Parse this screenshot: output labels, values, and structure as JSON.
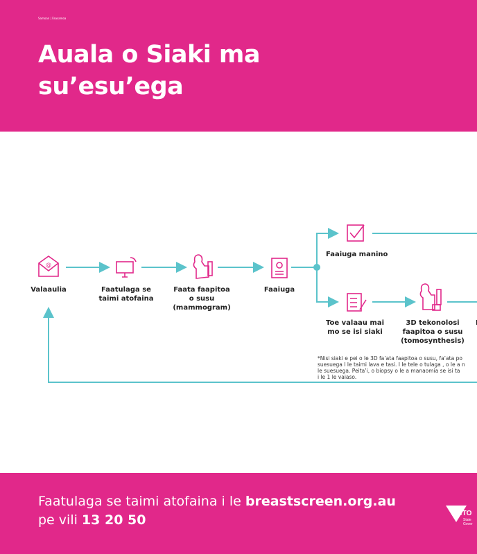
{
  "header": {
    "language": "Samoan | Faasamoa",
    "title_line1": "Auala o Siaki ma",
    "title_line2": "su’esu’ega"
  },
  "flow": {
    "steps": [
      {
        "icon": "envelope-icon",
        "label": "Valaaulia"
      },
      {
        "icon": "computer-phone-icon",
        "label_lines": [
          "Faatulaga se",
          "taimi atofaina"
        ]
      },
      {
        "icon": "mammogram-icon",
        "label_lines": [
          "Faata faapitoa",
          "o susu",
          "(mammogram)"
        ]
      },
      {
        "icon": "results-document-icon",
        "label": "Faaiuga"
      }
    ],
    "branch_clear": {
      "icon": "checkbox-icon",
      "label": "Faaiuga manino"
    },
    "branch_recall": [
      {
        "icon": "clipboard-icon",
        "label_lines": [
          "Toe valaau mai",
          "mo se isi siaki"
        ]
      },
      {
        "icon": "3d-mammogram-icon",
        "label_lines": [
          "3D tekonolosi",
          "faapitoa o susu",
          "(tomosynthesis)"
        ]
      },
      {
        "label": "I"
      }
    ],
    "footnote_lines": [
      "*Nisi siaki e pei o le 3D fa’ata faapitoa o susu, fa’ata po",
      "suesuega I le taimi lava e tasi. I le tele o tulaga , o le a n",
      "le suesuega. Peita’i, o biopsy o le a manaomia se isi ta",
      "i le 1 le vaiaso."
    ]
  },
  "footer": {
    "cta_text": "Faatulaga se taimi atofaina i le ",
    "website": "breastscreen.org.au",
    "call_text": "pe vili ",
    "phone": "13 20 50",
    "logo_text": "VICTO",
    "logo_sub1": "State",
    "logo_sub2": "Gover"
  },
  "colors": {
    "brand_pink": "#e1288a",
    "line_teal": "#5bc3cb"
  }
}
